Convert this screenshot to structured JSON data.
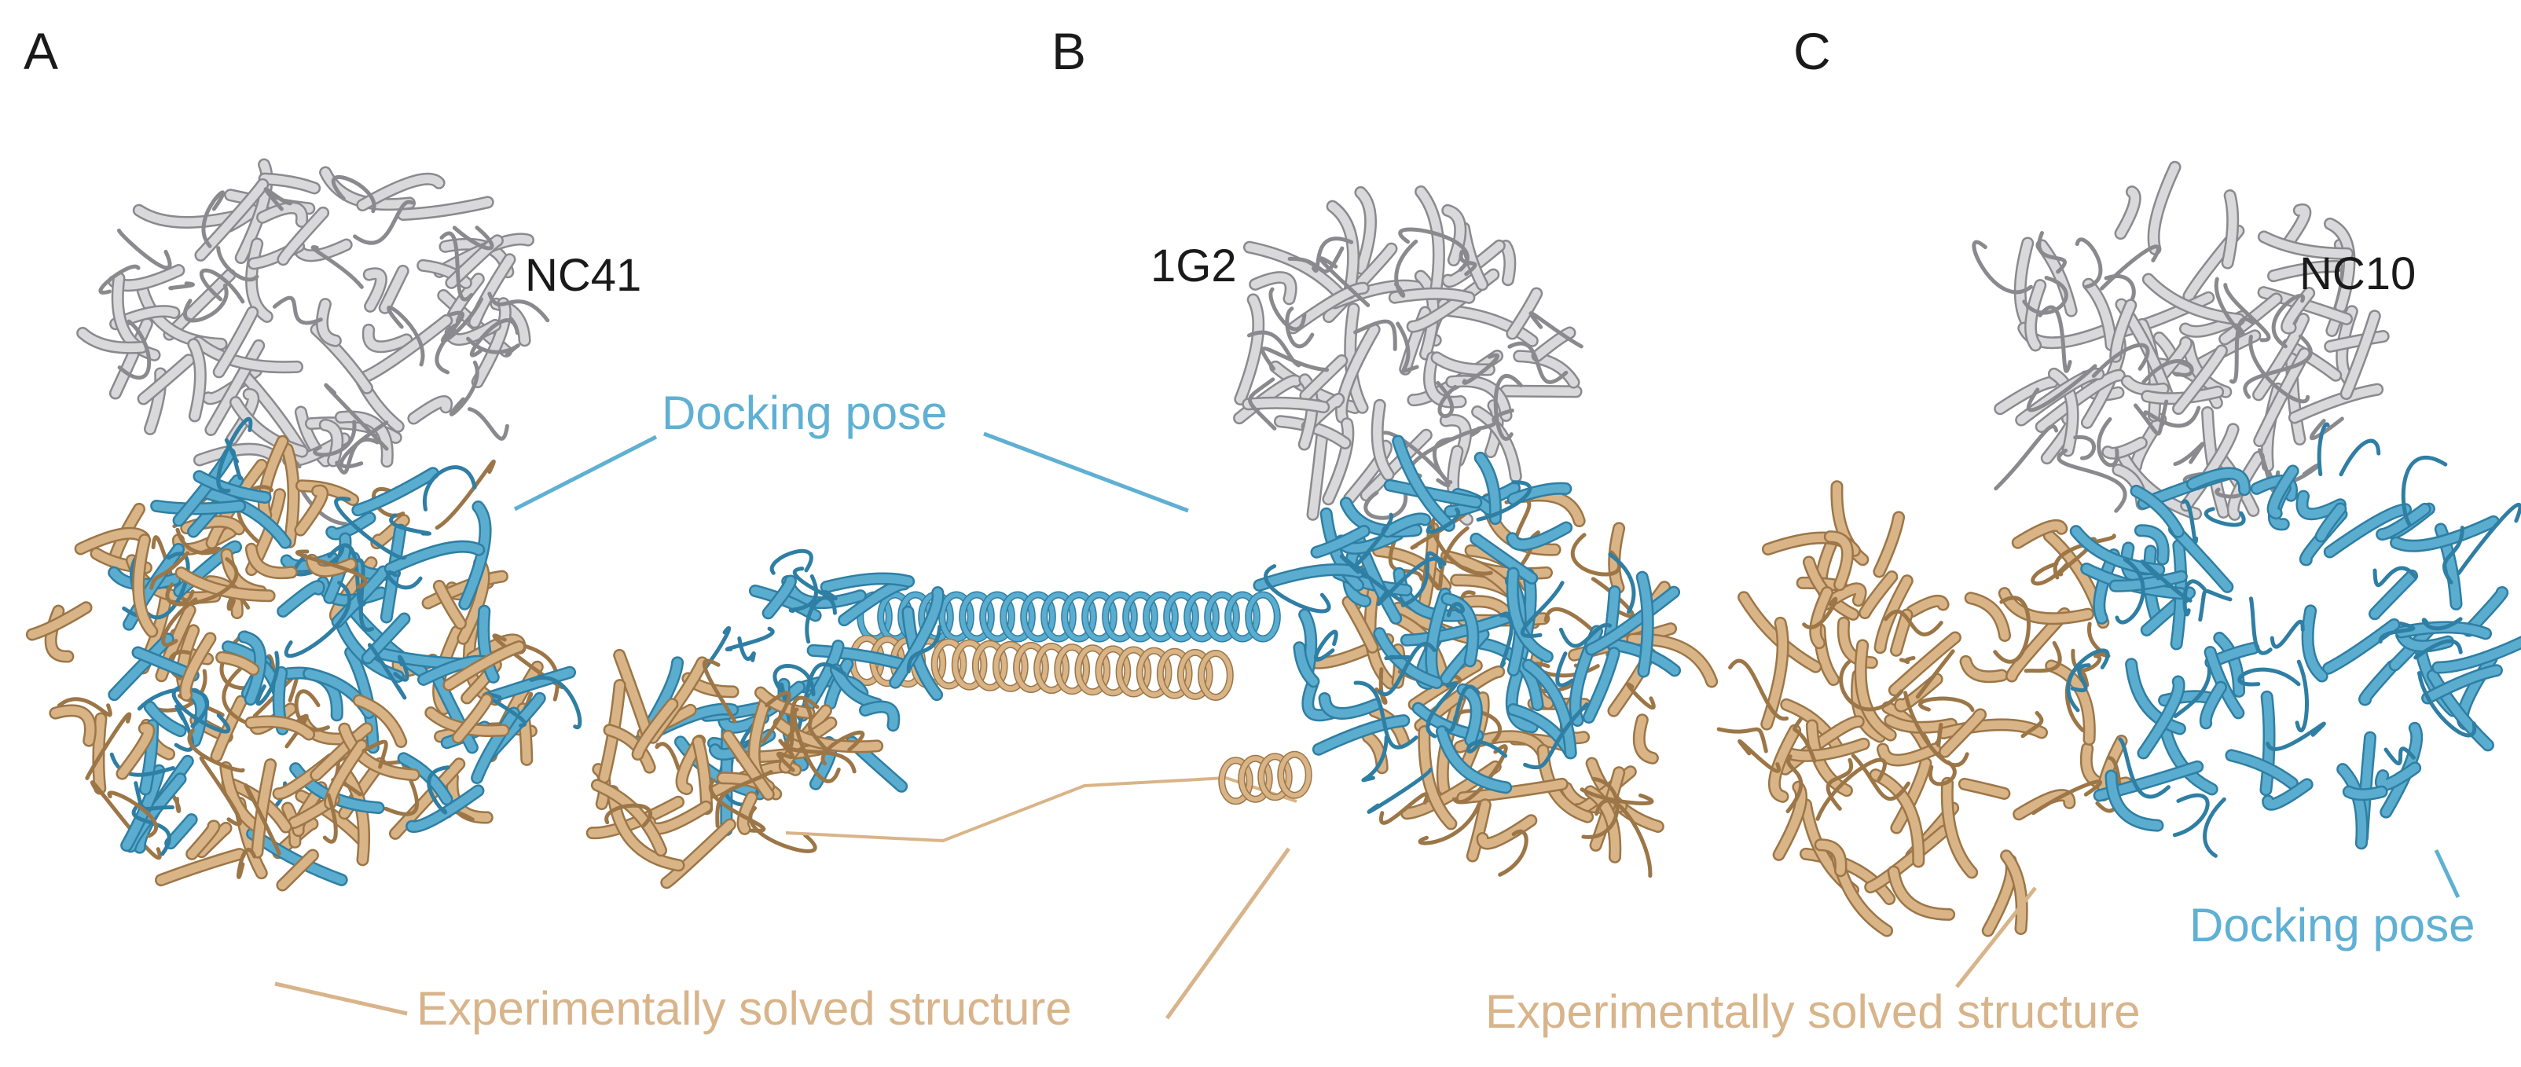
{
  "panels": [
    {
      "letter": "A",
      "antibody": "NC41"
    },
    {
      "letter": "B",
      "antibody": "1G2"
    },
    {
      "letter": "C",
      "antibody": "NC10"
    }
  ],
  "labels": {
    "docking_pose": "Docking pose",
    "experimental": "Experimentally solved structure"
  },
  "colors": {
    "antibody": "#d9d9db",
    "antibody_edge": "#8a8a8e",
    "docking": "#5aadcf",
    "docking_dark": "#2f7ea3",
    "experimental": "#d9b487",
    "experimental_dark": "#9c7647",
    "dock_text": "#5fb0d3",
    "exp_text": "#d8b48b"
  }
}
